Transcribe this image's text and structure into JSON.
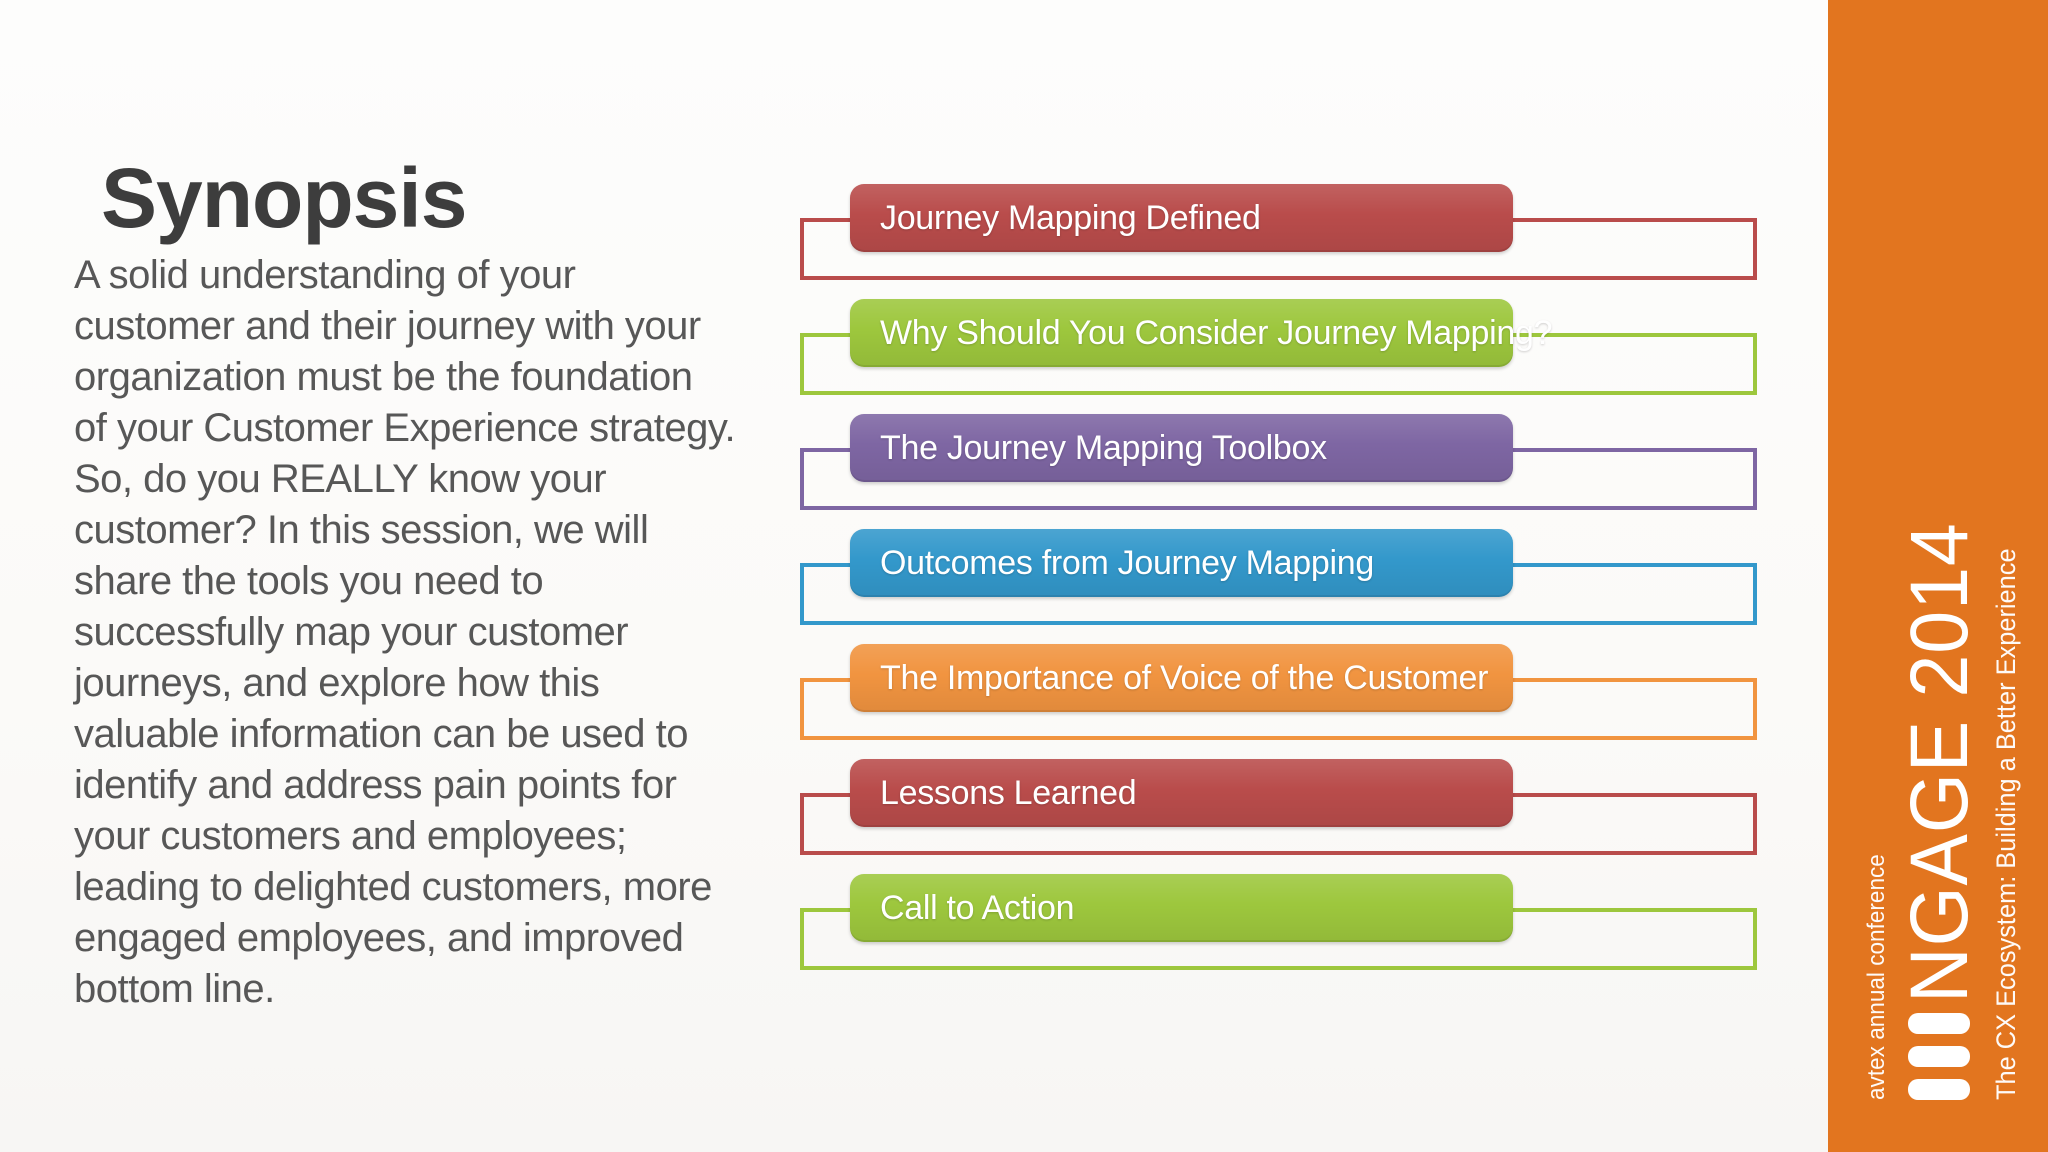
{
  "slide": {
    "title": "Synopsis",
    "body_lines": [
      "A solid understanding of your",
      "customer and their journey with your",
      "organization must be the foundation",
      "of your Customer Experience strategy.",
      "So, do you REALLY know your",
      "customer? In this session, we will",
      "share the tools you need to",
      "successfully map your customer",
      "journeys, and explore how this",
      "valuable information can be used to",
      "identify and address pain points for",
      "your customers and employees;",
      "leading to delighted customers, more",
      "engaged employees, and improved",
      "bottom line."
    ]
  },
  "palette": {
    "title_text": "#3d3d3d",
    "body_text": "#575757",
    "red": "#b94c4b",
    "green": "#9dc73d",
    "purple": "#7e66a3",
    "blue": "#3398cb",
    "orange": "#f19440"
  },
  "agenda": {
    "items": [
      {
        "label": "Journey Mapping Defined",
        "color": "#b94c4b"
      },
      {
        "label": "Why Should You Consider Journey Mapping?",
        "color": "#9dc73d"
      },
      {
        "label": "The Journey Mapping Toolbox",
        "color": "#7e66a3"
      },
      {
        "label": "Outcomes from Journey Mapping",
        "color": "#3398cb"
      },
      {
        "label": "The Importance of Voice of the Customer",
        "color": "#f19440"
      },
      {
        "label": "Lessons Learned",
        "color": "#b94c4b"
      },
      {
        "label": "Call to Action",
        "color": "#9dc73d"
      }
    ]
  },
  "sidebar": {
    "background": "#e2751f",
    "logo_color": "#ffffff",
    "conference_label": "avtex annual conference",
    "brand_text": "NGAGE 2014",
    "tagline": "The CX Ecosystem: Building a Better Experience"
  }
}
